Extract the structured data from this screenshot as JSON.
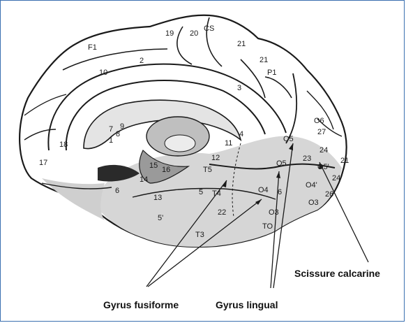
{
  "diagram": {
    "labels": {
      "cs": "CS",
      "f1": "F1",
      "n2": "2",
      "n3": "3",
      "n4": "4",
      "n5": "5",
      "n5p": "5'",
      "n6a": "6",
      "n6b": "6",
      "n7": "7",
      "n8": "8",
      "n9": "9",
      "n1": "1",
      "n10": "10",
      "n11": "11",
      "n12": "12",
      "n13": "13",
      "n14": "14",
      "n15": "15",
      "n16": "16",
      "n17": "17",
      "n18": "18",
      "n19": "19",
      "n20": "20",
      "n21": "21",
      "n21b": "21",
      "n21c": "21",
      "n22": "22",
      "n23": "23",
      "n24": "24",
      "n24b": "24'",
      "n26": "26",
      "n27": "27",
      "p1": "P1",
      "t3": "T3",
      "t4": "T4",
      "t5": "T5",
      "to": "TO",
      "o3": "O3",
      "o3b": "O3",
      "o4": "O4",
      "o4p": "O4'",
      "o5": "O5",
      "o5b": "O5",
      "o5p": "O5'",
      "o6": "O6"
    },
    "captions": {
      "fusiforme": "Gyrus fusiforme",
      "lingual": "Gyrus lingual",
      "calcarine": "Scissure calcarine"
    }
  }
}
